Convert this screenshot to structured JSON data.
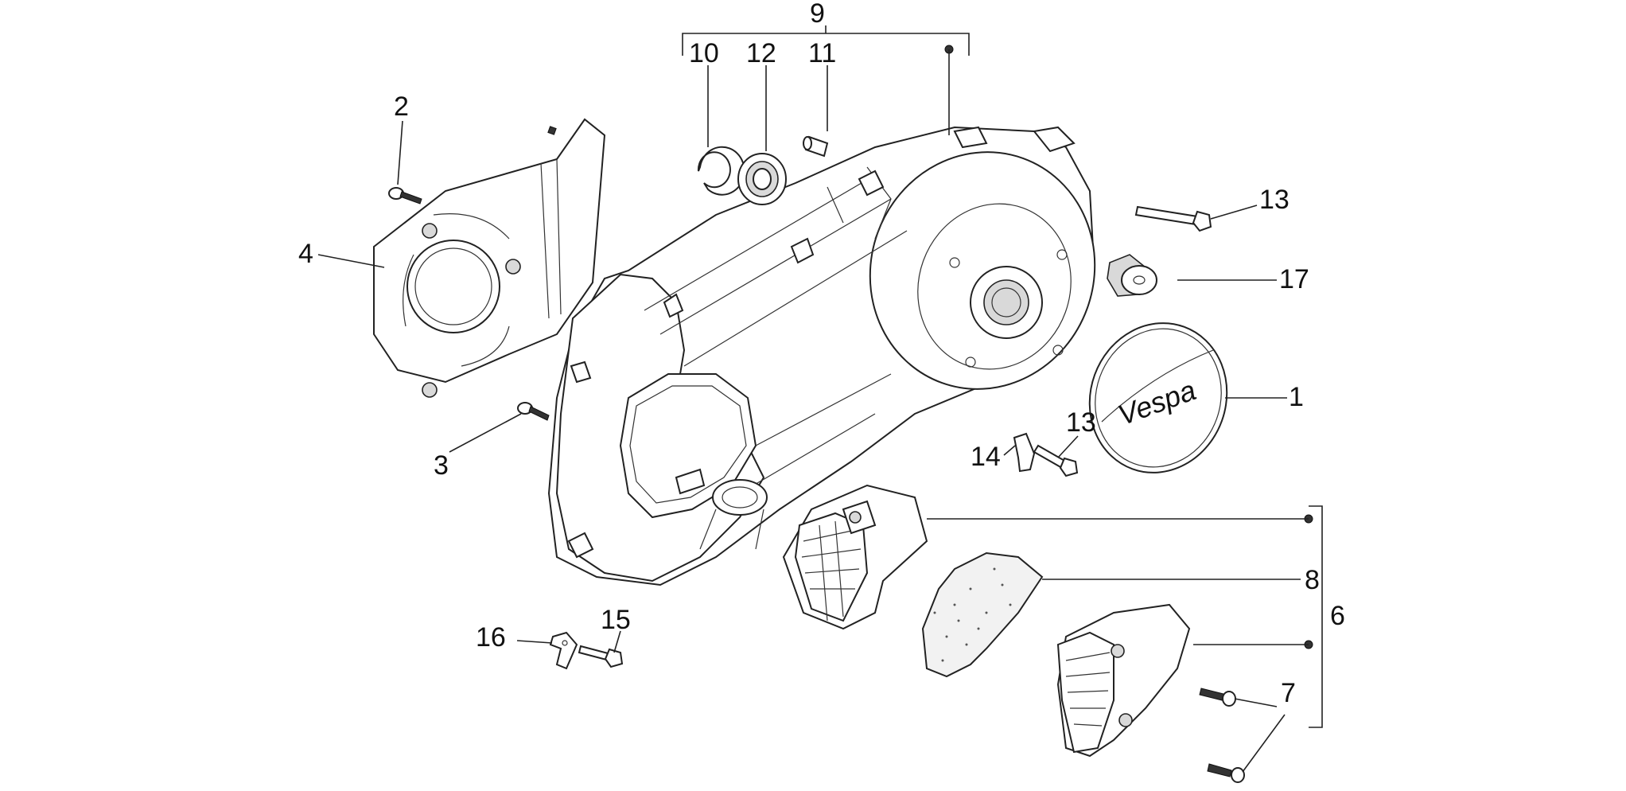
{
  "labels": {
    "l1": "1",
    "l2": "2",
    "l3": "3",
    "l4": "4",
    "l6": "6",
    "l7": "7",
    "l8": "8",
    "l9": "9",
    "l10": "10",
    "l11": "11",
    "l12": "12",
    "l13a": "13",
    "l13b": "13",
    "l14": "14",
    "l15": "15",
    "l16": "16",
    "l17": "17"
  },
  "brand_logo_text": "Vespa"
}
